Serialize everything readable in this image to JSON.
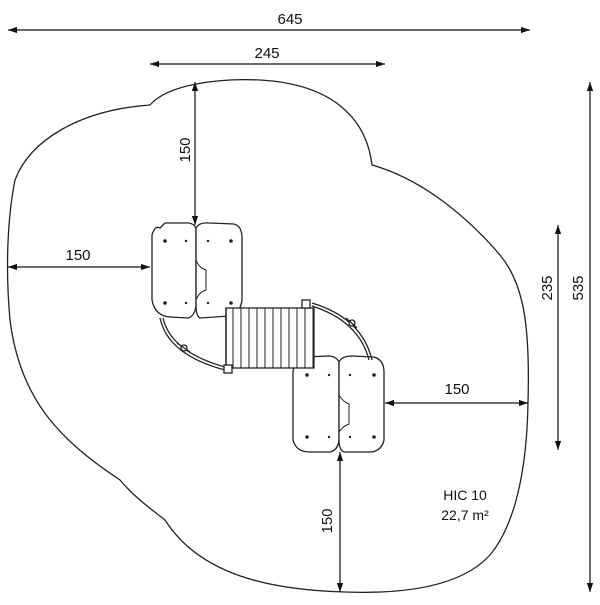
{
  "dimensions": {
    "overall_width": "645",
    "upper_width": "245",
    "top_clearance": "150",
    "left_clearance": "150",
    "right_clearance": "150",
    "bottom_clearance": "150",
    "inner_height": "235",
    "overall_height": "535"
  },
  "info": {
    "hic": "HIC 10",
    "area": "22,7 m²"
  }
}
